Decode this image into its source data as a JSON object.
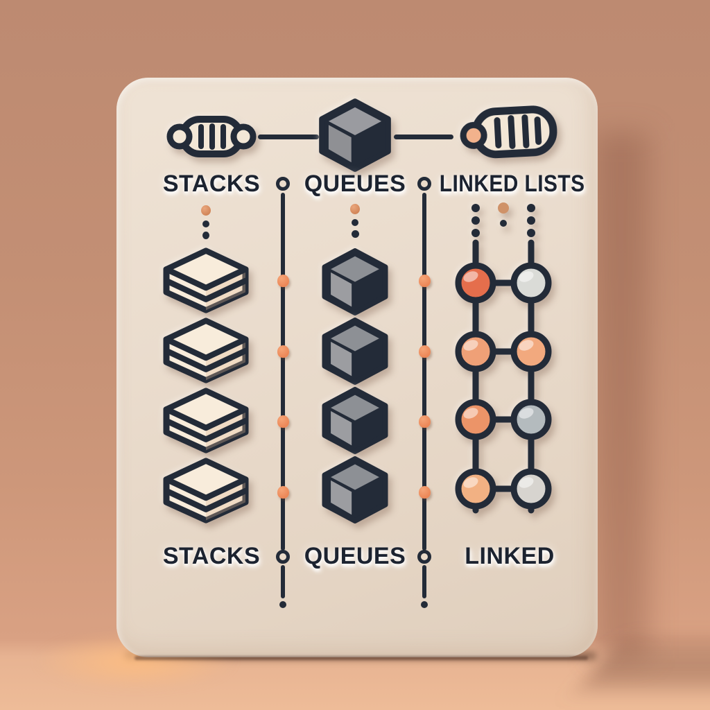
{
  "scene": {
    "background_color": "#c48f75",
    "floor_color": "#eebc98",
    "card_color": "#eadbca",
    "outline_color": "#232b38",
    "accent_orange": "#ee8c60",
    "text_color": "#1c2330"
  },
  "top_motif": {
    "left_icon": "striped-capsule",
    "center_icon": "cube",
    "right_icon": "striped-capsule",
    "right_capsule_dot_color": "#f2b28c"
  },
  "header": {
    "stacks_label": "STACKS",
    "queues_label": "QUEUES",
    "linked_label": "LINKED LISTS"
  },
  "footer": {
    "stacks_label": "STACKS",
    "queues_label": "QUEUES",
    "linked_label": "LINKED"
  },
  "stacks_column": {
    "icon": "layered-stack",
    "count": 4
  },
  "queues_column": {
    "icon": "cube",
    "count": 4
  },
  "separators": {
    "dot_count": 4,
    "dot_color": "#ee8c60"
  },
  "linked_column": {
    "nodes": [
      {
        "left": "#e56e4c",
        "right": "#dadbd7"
      },
      {
        "left": "#efa077",
        "right": "#f2a97e"
      },
      {
        "left": "#ec9468",
        "right": "#b4bbbe"
      },
      {
        "left": "#f2b183",
        "right": "#d7d4cf"
      }
    ]
  }
}
